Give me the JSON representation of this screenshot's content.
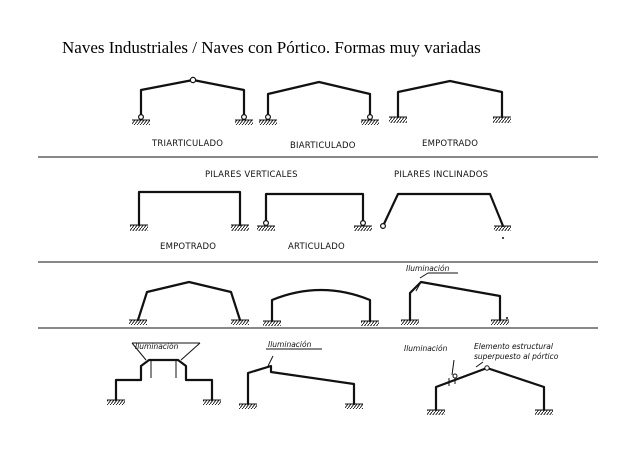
{
  "page": {
    "title": "Naves Industriales / Naves con Pórtico. Formas muy variadas"
  },
  "rows": [
    {
      "labels": {
        "triarticulado": "TRIARTICULADO",
        "biarticulado": "BIARTICULADO",
        "empotrado": "EMPOTRADO"
      }
    },
    {
      "labels": {
        "pilares_verticales": "PILARES VERTICALES",
        "pilares_inclinados": "PILARES INCLINADOS",
        "empotrado": "EMPOTRADO",
        "articulado": "ARTICULADO"
      }
    },
    {
      "labels": {
        "iluminacion": "Iluminación"
      }
    },
    {
      "labels": {
        "iluminacion_1": "Iluminación",
        "iluminacion_2": "Iluminación",
        "iluminacion_3": "Iluminación",
        "elemento_1": "Elemento estructural",
        "elemento_2": "superpuesto al pórtico"
      }
    }
  ]
}
